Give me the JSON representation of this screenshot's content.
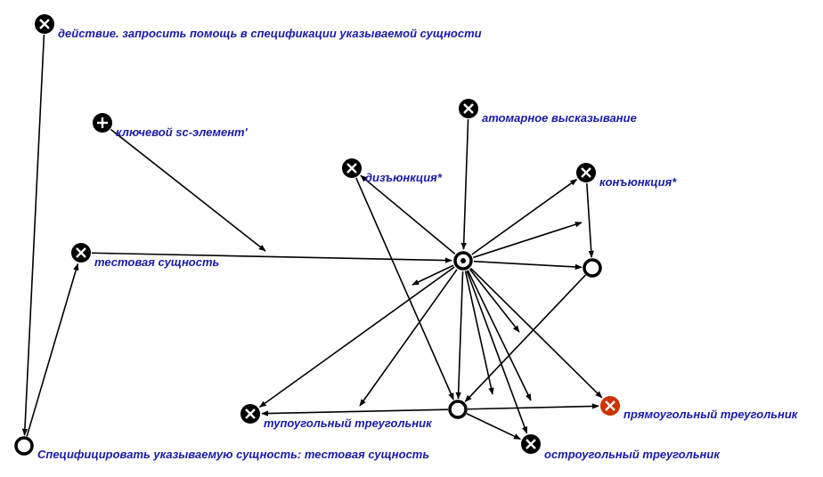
{
  "colors": {
    "label": "#1a1aa6",
    "node": "#000000",
    "highlight": "#cc3300",
    "background": "#ffffff"
  },
  "nodes": [
    {
      "id": "action",
      "kind": "const-cross",
      "label": "действие. запросить помощь в спецификации указываемой сущности"
    },
    {
      "id": "key",
      "kind": "const-plus",
      "label": "ключевой sc-элемент'"
    },
    {
      "id": "atomic",
      "kind": "const-cross",
      "label": "атомарное высказывание"
    },
    {
      "id": "disj",
      "kind": "const-cross",
      "label": "дизъюнкция*"
    },
    {
      "id": "conj",
      "kind": "const-cross",
      "label": "конъюнкция*"
    },
    {
      "id": "test",
      "kind": "const-cross",
      "label": "тестовая сущность"
    },
    {
      "id": "center",
      "kind": "tuple",
      "label": ""
    },
    {
      "id": "ring_right",
      "kind": "ring",
      "label": ""
    },
    {
      "id": "ring_bottom",
      "kind": "ring",
      "label": ""
    },
    {
      "id": "obtuse",
      "kind": "const-cross",
      "label": "тупоугольный треугольник"
    },
    {
      "id": "right_tri",
      "kind": "const-cross-highlight",
      "label": "прямоугольный треугольник"
    },
    {
      "id": "acute",
      "kind": "const-cross",
      "label": "остроугольный треугольник"
    },
    {
      "id": "specify",
      "kind": "ring",
      "label": "Специфицировать указываемую сущность: тестовая сущность"
    }
  ],
  "edges": [
    {
      "from": "action",
      "to": "specify"
    },
    {
      "from": "specify",
      "to": "test"
    },
    {
      "from": "key",
      "to": "key_mid"
    },
    {
      "from": "test",
      "to": "center"
    },
    {
      "from": "atomic",
      "to": "center"
    },
    {
      "from": "center",
      "to": "disj"
    },
    {
      "from": "center",
      "to": "conj"
    },
    {
      "from": "center",
      "to": "conj_stub"
    },
    {
      "from": "conj",
      "to": "ring_right"
    },
    {
      "from": "center",
      "to": "ring_right"
    },
    {
      "from": "center",
      "to": "left_stub"
    },
    {
      "from": "disj",
      "to": "ring_bottom"
    },
    {
      "from": "center",
      "to": "obtuse"
    },
    {
      "from": "center",
      "to": "obtuse_stub"
    },
    {
      "from": "center",
      "to": "ring_bottom"
    },
    {
      "from": "ring_right",
      "to": "ring_bottom"
    },
    {
      "from": "center",
      "to": "acute"
    },
    {
      "from": "center",
      "to": "acute_stub1"
    },
    {
      "from": "center",
      "to": "acute_stub2"
    },
    {
      "from": "center",
      "to": "mid_stub"
    },
    {
      "from": "center",
      "to": "right_tri"
    },
    {
      "from": "ring_bottom",
      "to": "obtuse"
    },
    {
      "from": "ring_bottom",
      "to": "right_tri"
    },
    {
      "from": "ring_bottom",
      "to": "acute"
    }
  ]
}
